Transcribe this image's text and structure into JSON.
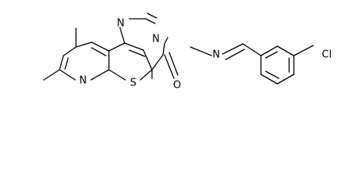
{
  "atom_labels": {
    "n_top": "N",
    "n_mid": "N",
    "n_imine": "N",
    "n_pyridine": "N",
    "s": "S",
    "o": "O",
    "cl": "Cl"
  },
  "colors": {
    "bond": "#000000",
    "label": "#000000",
    "background": "#ffffff"
  }
}
